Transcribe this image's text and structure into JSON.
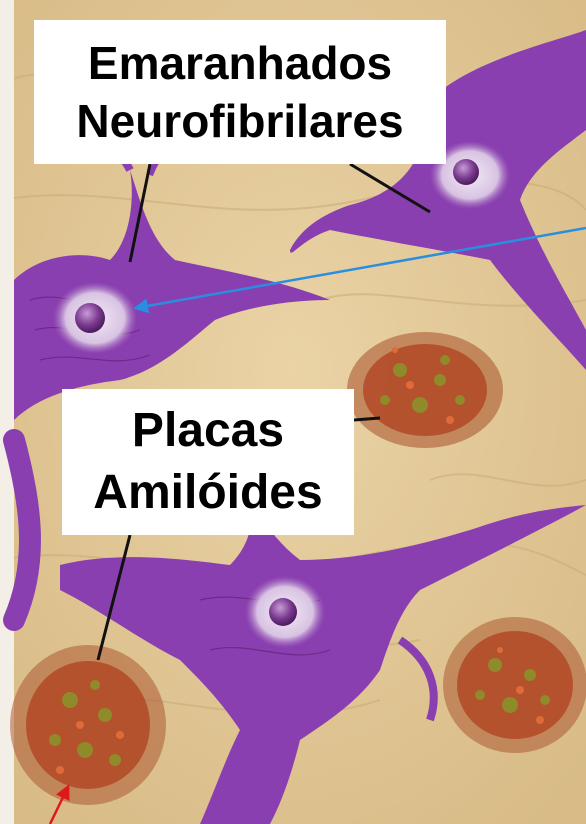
{
  "labels": {
    "tangles": {
      "line1": "Emaranhados",
      "line2": "Neurofibrilares"
    },
    "plaques": {
      "line1": "Placas",
      "line2": "Amilóides"
    }
  },
  "colors": {
    "background": "#e2c89a",
    "neuron": "#8a3fb0",
    "neuron_dark": "#5e2277",
    "nucleus": "#7a3b8f",
    "plaque_red": "#b0401f",
    "plaque_olive": "#8f8a2a",
    "leader_line": "#111111",
    "blue_arrow": "#2a8ee0",
    "red_arrow": "#e01818"
  }
}
